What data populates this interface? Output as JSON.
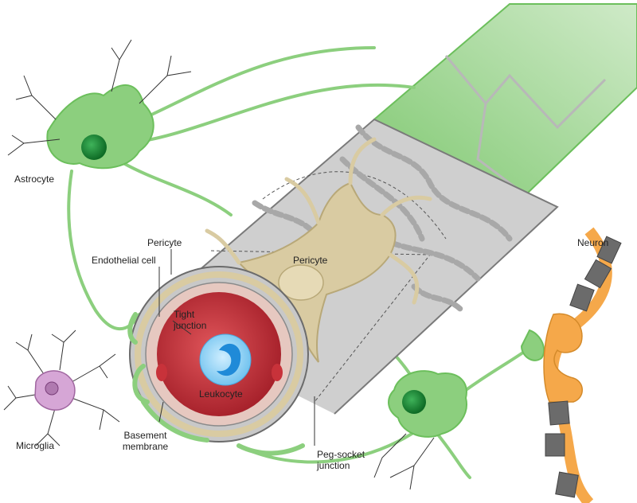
{
  "labels": {
    "astrocyte": "Astrocyte",
    "pericyte_top": "Pericyte",
    "endothelial_cell": "Endothelial cell",
    "tight_junction": "Tight junction",
    "leukocyte": "Leukocyte",
    "pericyte_body": "Pericyte",
    "neuron": "Neuron",
    "microglia": "Microglia",
    "basement_membrane": "Basement membrane",
    "peg_socket_junction": "Peg-socket junction"
  },
  "colors": {
    "astrocyte_green": "#8ccf7e",
    "astrocyte_nucleus": "#1f8f3a",
    "vessel_grey": "#d0d0d0",
    "pericyte_tan": "#d9cba2",
    "lumen_red": "#c8323a",
    "leukocyte_blue": "#4aa8e0",
    "microglia_pink": "#d6a6d6",
    "neuron_orange": "#f5a84a",
    "myelin_grey": "#6b6b6b"
  }
}
